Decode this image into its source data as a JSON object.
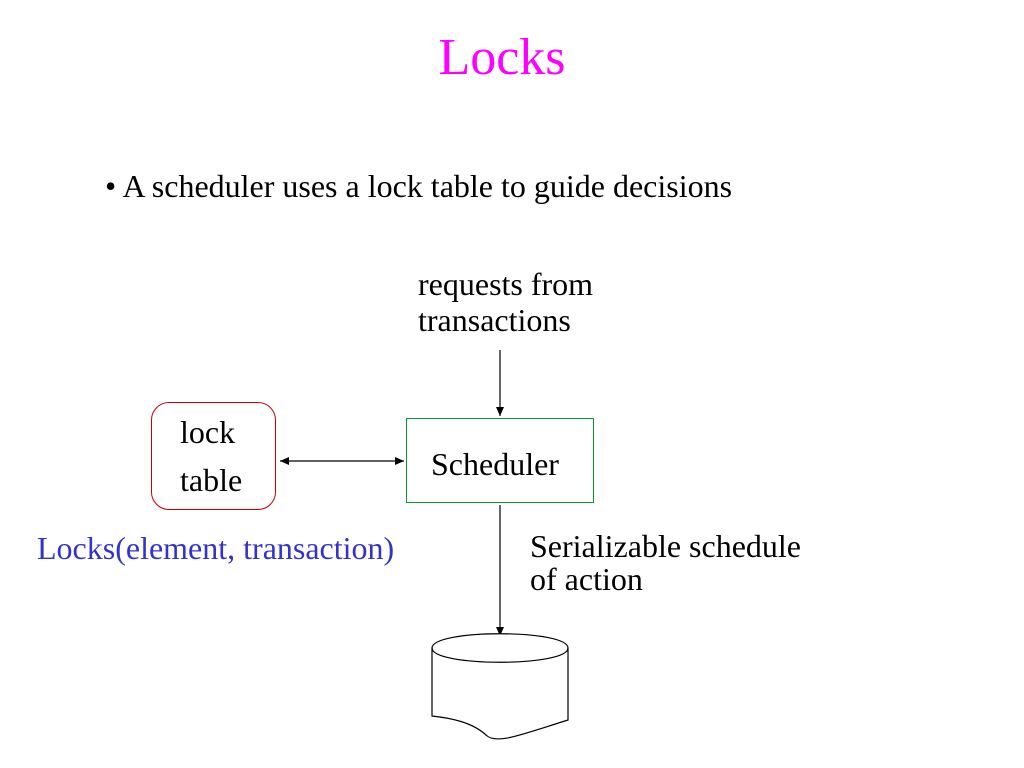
{
  "slide": {
    "title": "Locks",
    "bullet": "• A scheduler uses a lock table to guide decisions"
  },
  "diagram": {
    "requests_label_line1": "requests from",
    "requests_label_line2": "transactions",
    "lock_table_line1": "lock",
    "lock_table_line2": "table",
    "scheduler_label": "Scheduler",
    "locks_caption": "Locks(element, transaction)",
    "output_label_line1": "Serializable schedule",
    "output_label_line2": "of action"
  },
  "colors": {
    "title": "#ff00ff",
    "caption": "#3333cc",
    "lock_table_border": "#cc0000",
    "scheduler_border": "#009933"
  }
}
